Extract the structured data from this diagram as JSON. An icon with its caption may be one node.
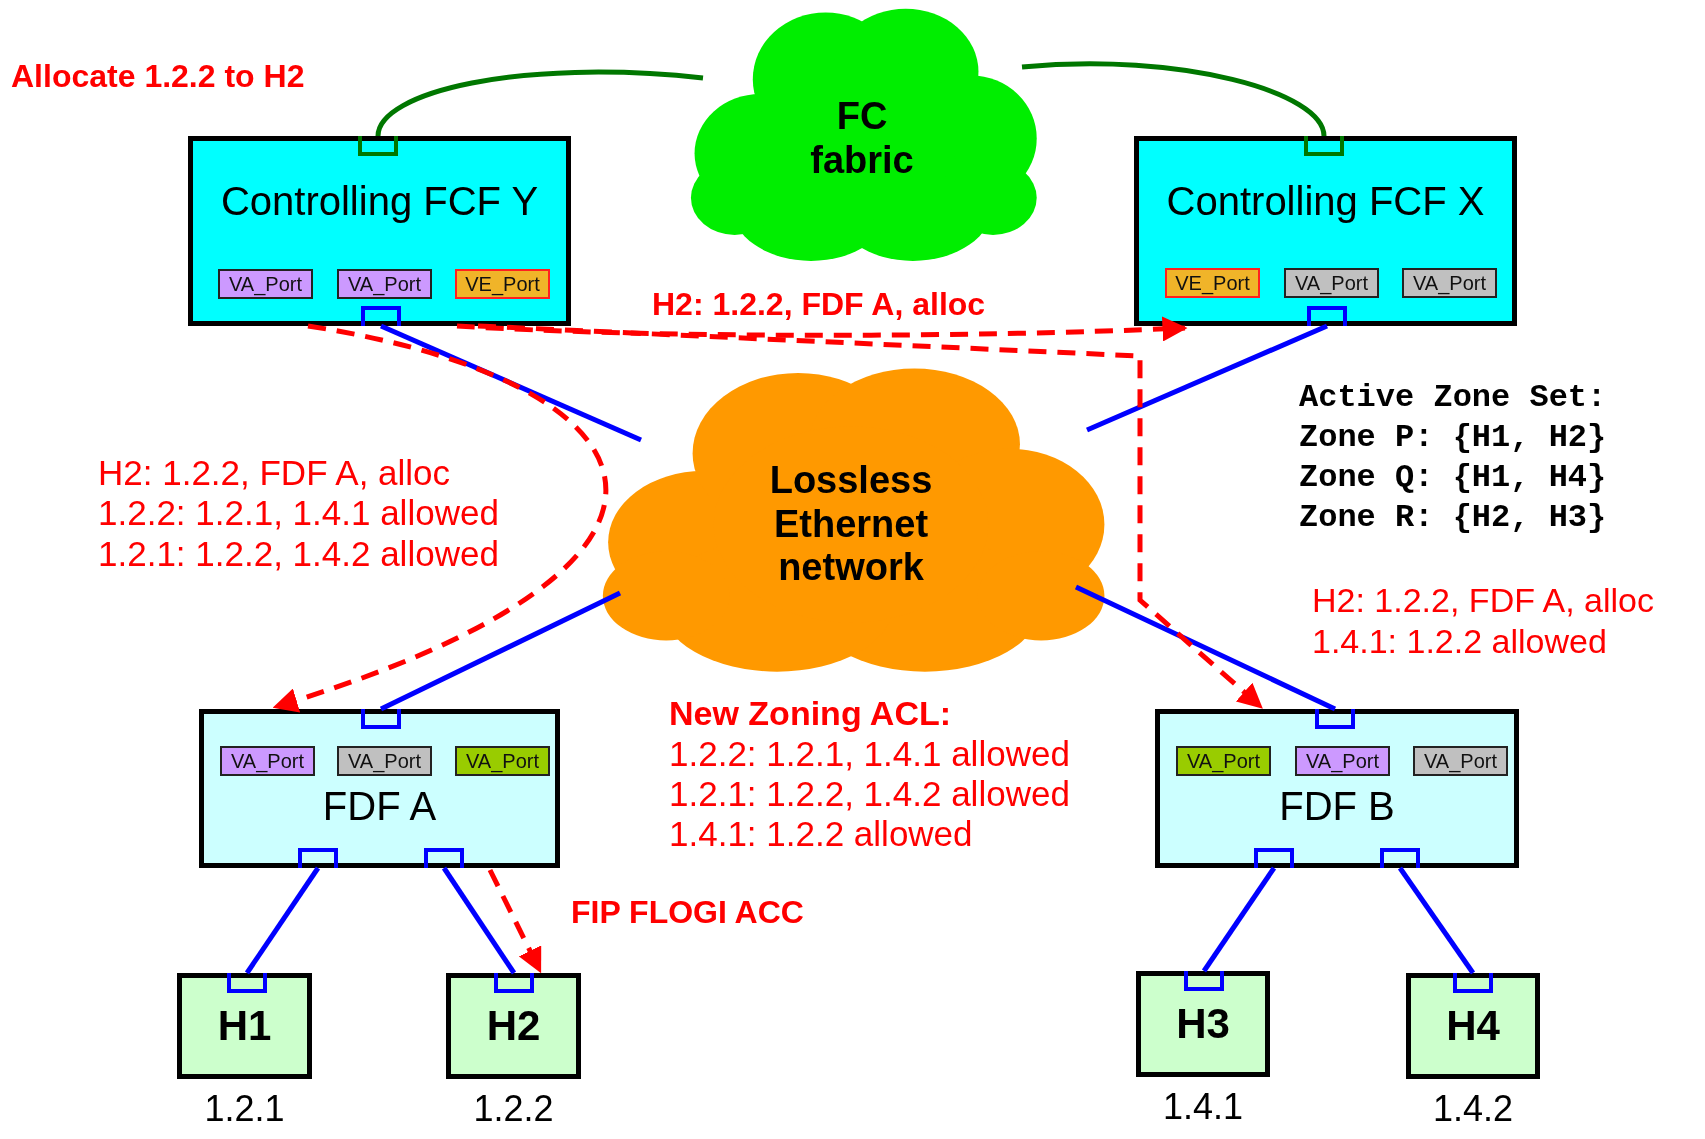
{
  "diagram": {
    "nodes": [
      {
        "text": [
          "FC fabric"
        ]
      },
      {
        "text": [
          "Controlling FCF Y"
        ]
      },
      {
        "text": [
          "VA_Port"
        ],
        "in": 1
      },
      {
        "text": [
          "VA_Port"
        ],
        "in": 1
      },
      {
        "text": [
          "VE_Port"
        ],
        "in": 1
      },
      {
        "text": [
          "Controlling FCF X"
        ]
      },
      {
        "text": [
          "VE_Port"
        ],
        "in": 5
      },
      {
        "text": [
          "VA_Port"
        ],
        "in": 5
      },
      {
        "text": [
          "VA_Port"
        ],
        "in": 5
      },
      {
        "text": [
          "Lossless Ethernet network"
        ]
      },
      {
        "text": [
          "FDF A"
        ]
      },
      {
        "text": [
          "VA_Port"
        ],
        "in": 10
      },
      {
        "text": [
          "VA_Port"
        ],
        "in": 10
      },
      {
        "text": [
          "VA_Port"
        ],
        "in": 10
      },
      {
        "text": [
          "FDF B"
        ]
      },
      {
        "text": [
          "VA_Port"
        ],
        "in": 14
      },
      {
        "text": [
          "VA_Port"
        ],
        "in": 14
      },
      {
        "text": [
          "VA_Port"
        ],
        "in": 14
      },
      {
        "text": [
          "H1"
        ],
        "beside": [
          "1.2.1"
        ]
      },
      {
        "text": [
          "H2"
        ],
        "beside": [
          "1.2.2"
        ]
      },
      {
        "text": [
          "H3"
        ],
        "beside": [
          "1.4.1"
        ]
      },
      {
        "text": [
          "H4"
        ],
        "beside": [
          "1.4.2"
        ]
      }
    ],
    "edges": [
      {
        "from": 1,
        "to": 0,
        "arrow": "none",
        "color": "#007700"
      },
      {
        "from": 5,
        "to": 0,
        "arrow": "none",
        "color": "#007700"
      },
      {
        "from": 1,
        "to": 9,
        "arrow": "none"
      },
      {
        "from": 5,
        "to": 9,
        "arrow": "none"
      },
      {
        "from": 9,
        "to": 10,
        "arrow": "none"
      },
      {
        "from": 9,
        "to": 14,
        "arrow": "none"
      },
      {
        "from": 10,
        "to": 18,
        "arrow": "none"
      },
      {
        "from": 10,
        "to": 19,
        "arrow": "none"
      },
      {
        "from": 14,
        "to": 20,
        "arrow": "none"
      },
      {
        "from": 14,
        "to": 21,
        "arrow": "none"
      },
      {
        "from": 1,
        "to": 5,
        "arrow": "to",
        "style": "dashed",
        "color": "#ff0000"
      },
      {
        "from": 1,
        "to": 10,
        "arrow": "to",
        "style": "dashed",
        "color": "#ff0000"
      },
      {
        "from": 1,
        "to": 14,
        "arrow": "to",
        "style": "dashed",
        "color": "#ff0000"
      },
      {
        "from": 10,
        "to": 19,
        "arrow": "to",
        "style": "dashed",
        "color": "#ff0000"
      }
    ],
    "labels": [
      "Allocate 1.2.2 to H2",
      "H2: 1.2.2, FDF A, alloc",
      "Active Zone Set:",
      "Zone P: {H1, H2}",
      "Zone Q: {H1, H4}",
      "Zone R: {H2, H3}",
      "H2: 1.2.2, FDF A, alloc",
      "1.2.2: 1.2.1, 1.4.1 allowed",
      "1.2.1: 1.2.2, 1.4.2 allowed",
      "H2: 1.2.2, FDF A, alloc",
      "1.4.1: 1.2.2 allowed",
      "New Zoning ACL:",
      "1.2.2: 1.2.1, 1.4.1 allowed",
      "1.2.1: 1.2.2, 1.4.2 allowed",
      "1.4.1: 1.2.2 allowed",
      "FIP FLOGI ACC"
    ]
  }
}
